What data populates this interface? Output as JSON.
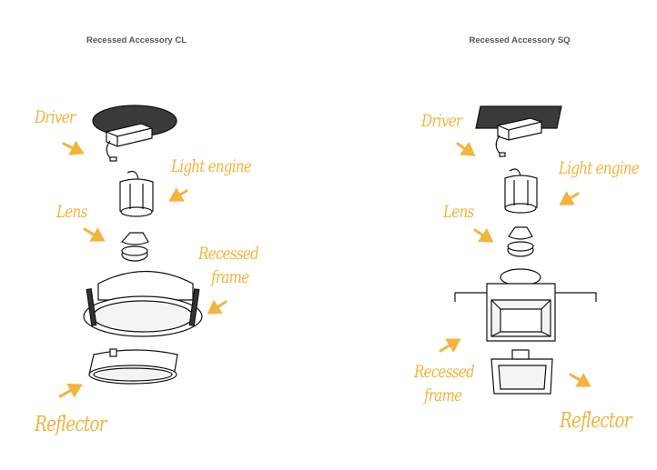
{
  "left": {
    "title": "Recessed Accessory CL",
    "labels": {
      "driver": "Driver",
      "light_engine": "Light engine",
      "lens": "Lens",
      "recessed_frame_1": "Recessed",
      "recessed_frame_2": "frame",
      "reflector": "Reflector"
    }
  },
  "right": {
    "title": "Recessed Accessory SQ",
    "labels": {
      "driver": "Driver",
      "light_engine": "Light engine",
      "lens": "Lens",
      "recessed_frame_1": "Recessed",
      "recessed_frame_2": "frame",
      "reflector": "Reflector"
    }
  },
  "colors": {
    "label": "#f2b43c",
    "title": "#555555",
    "line": "#111111"
  }
}
